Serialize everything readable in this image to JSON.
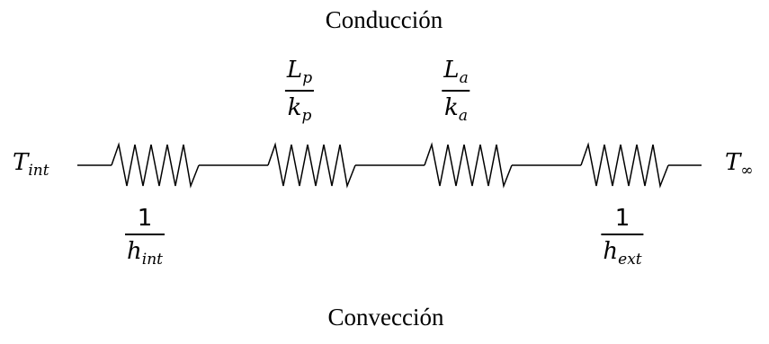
{
  "diagram": {
    "top_label": "Conducción",
    "bottom_label": "Convección",
    "left_terminal": {
      "symbol": "T",
      "subscript": "int"
    },
    "right_terminal": {
      "symbol": "T",
      "subscript": "∞"
    },
    "resistors": [
      {
        "id": "r1",
        "numerator": {
          "symbol": "1",
          "subscript": ""
        },
        "denominator": {
          "symbol": "h",
          "subscript": "int"
        },
        "label_position": "below"
      },
      {
        "id": "r2",
        "numerator": {
          "symbol": "L",
          "subscript": "p"
        },
        "denominator": {
          "symbol": "k",
          "subscript": "p"
        },
        "label_position": "above"
      },
      {
        "id": "r3",
        "numerator": {
          "symbol": "L",
          "subscript": "a"
        },
        "denominator": {
          "symbol": "k",
          "subscript": "a"
        },
        "label_position": "above"
      },
      {
        "id": "r4",
        "numerator": {
          "symbol": "1",
          "subscript": ""
        },
        "denominator": {
          "symbol": "h",
          "subscript": "ext"
        },
        "label_position": "below"
      }
    ],
    "line_color": "#000000"
  }
}
